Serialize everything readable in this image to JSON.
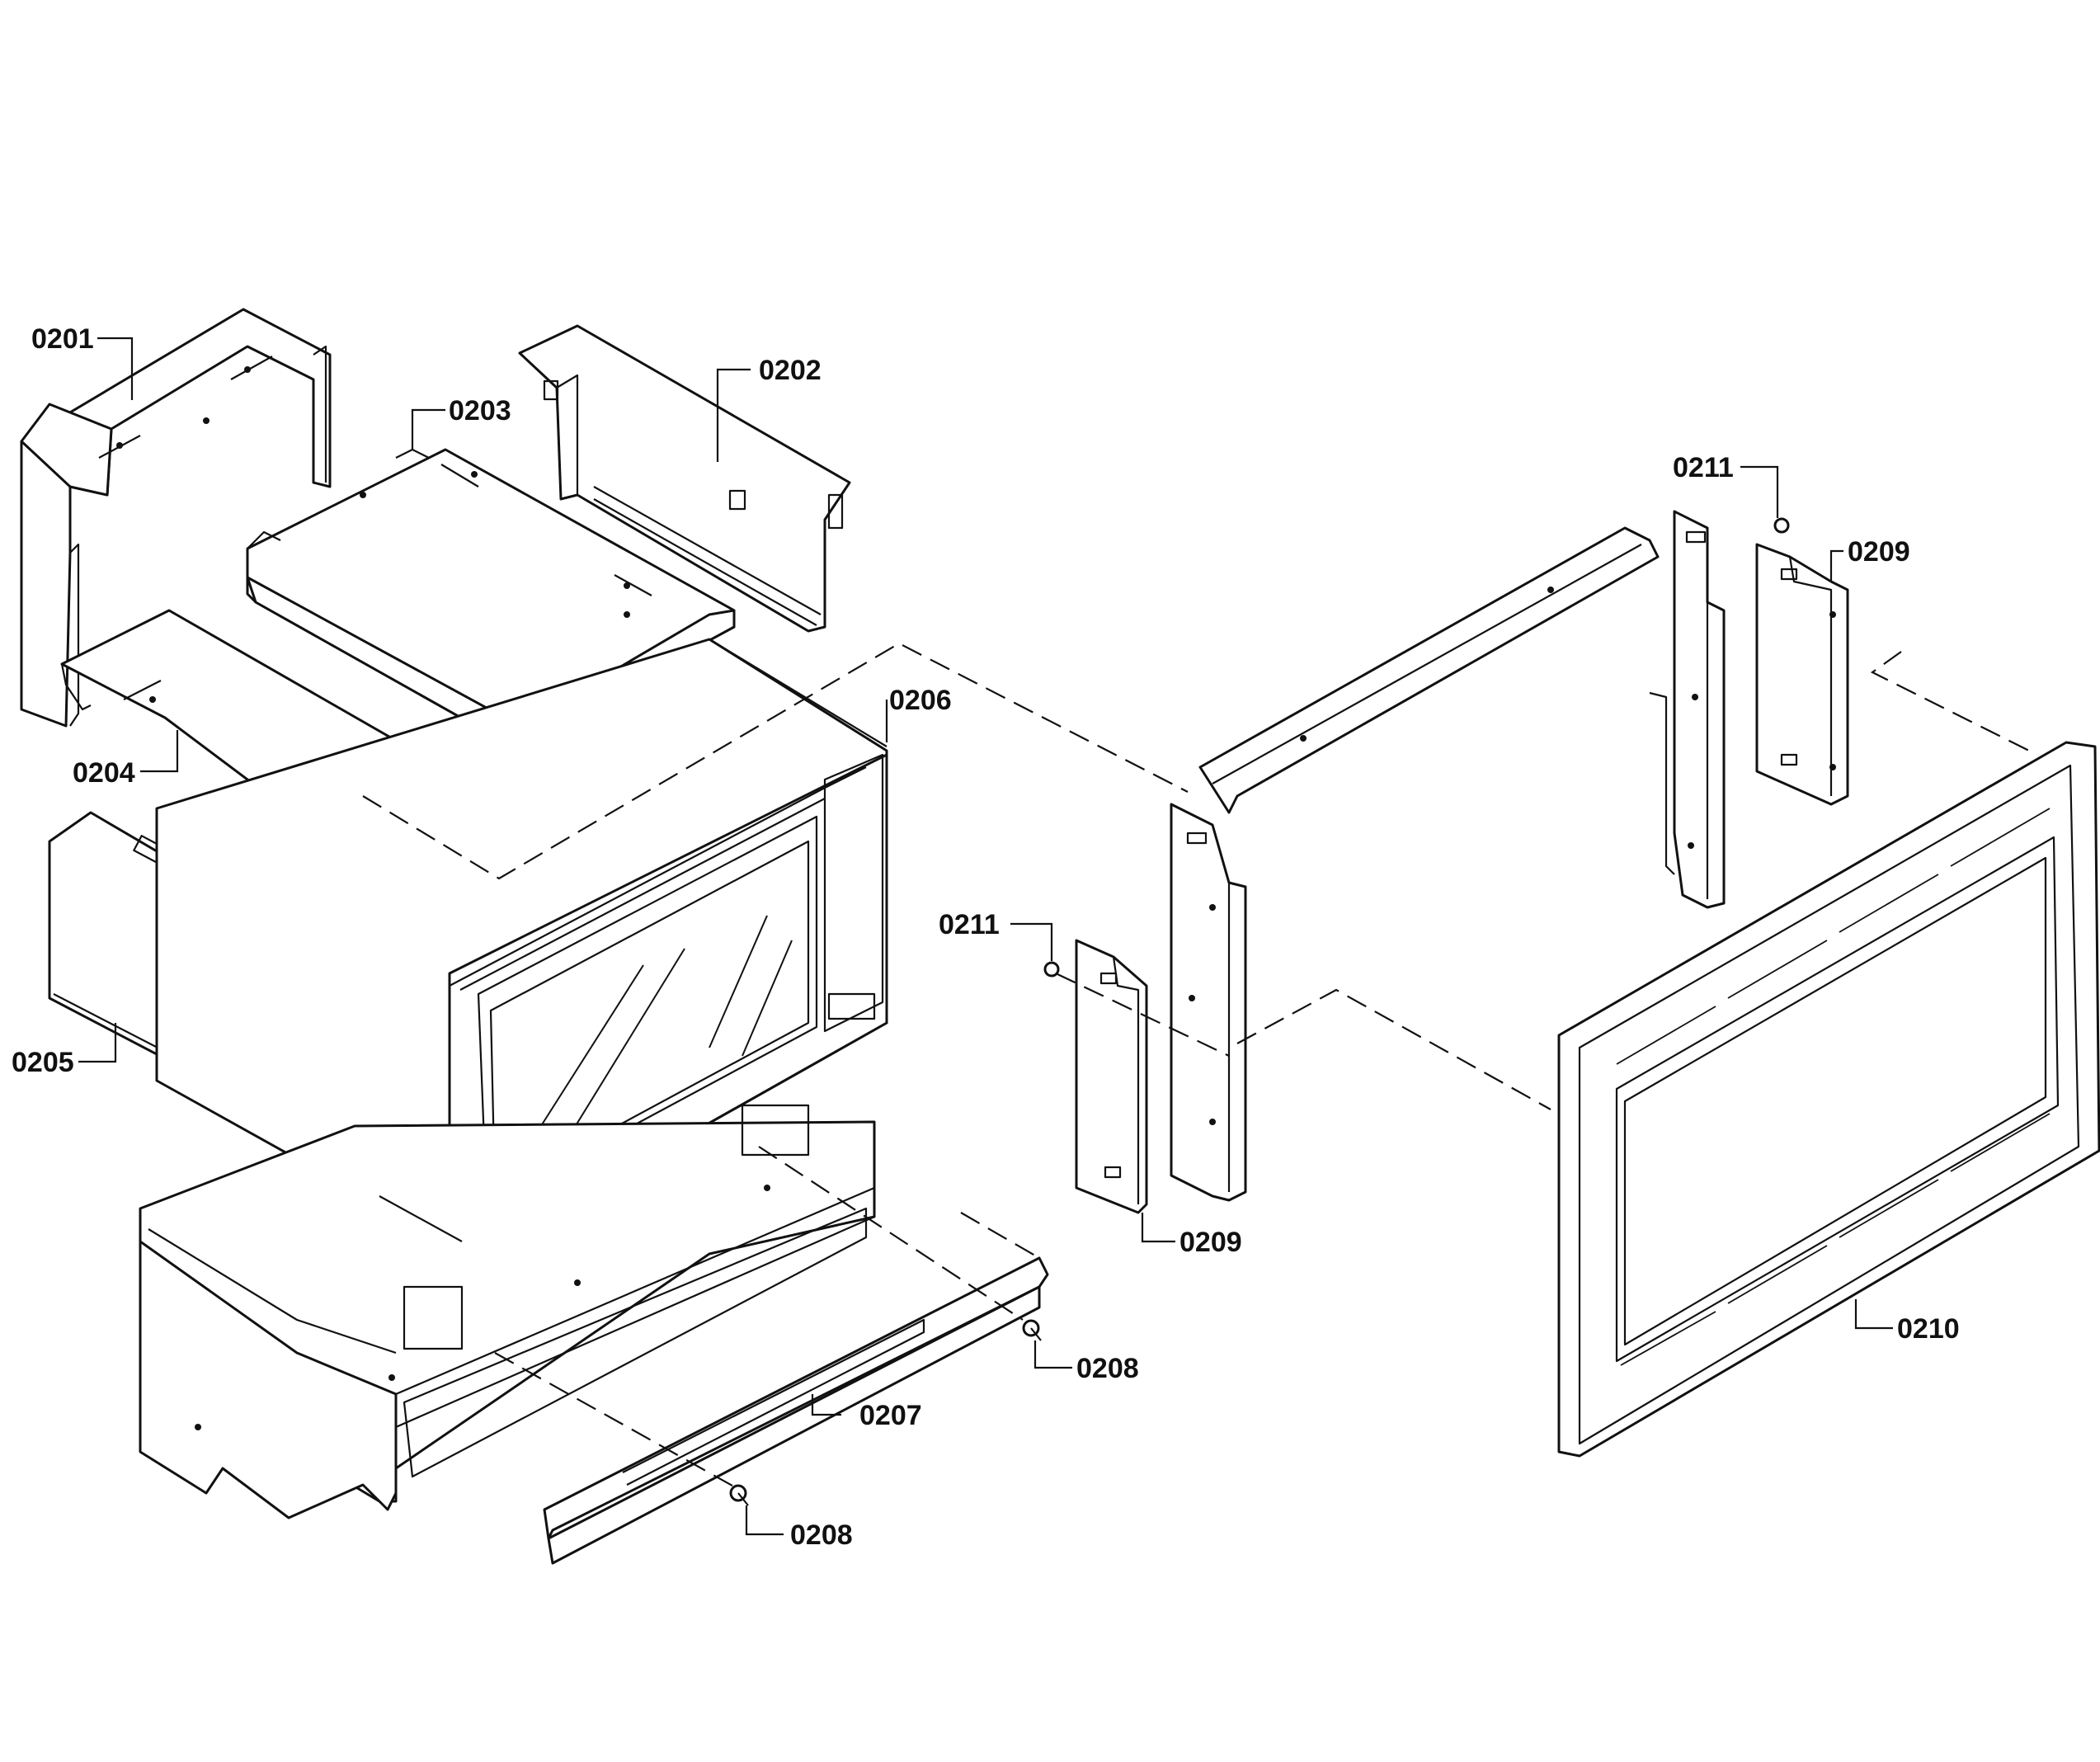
{
  "diagram": {
    "callouts": [
      {
        "id": "0201",
        "label": "0201"
      },
      {
        "id": "0202",
        "label": "0202"
      },
      {
        "id": "0203",
        "label": "0203"
      },
      {
        "id": "0204",
        "label": "0204"
      },
      {
        "id": "0205",
        "label": "0205"
      },
      {
        "id": "0206",
        "label": "0206"
      },
      {
        "id": "0207",
        "label": "0207"
      },
      {
        "id": "0208a",
        "label": "0208"
      },
      {
        "id": "0208b",
        "label": "0208"
      },
      {
        "id": "0209a",
        "label": "0209"
      },
      {
        "id": "0209b",
        "label": "0209"
      },
      {
        "id": "0210",
        "label": "0210"
      },
      {
        "id": "0211a",
        "label": "0211"
      },
      {
        "id": "0211b",
        "label": "0211"
      }
    ]
  }
}
